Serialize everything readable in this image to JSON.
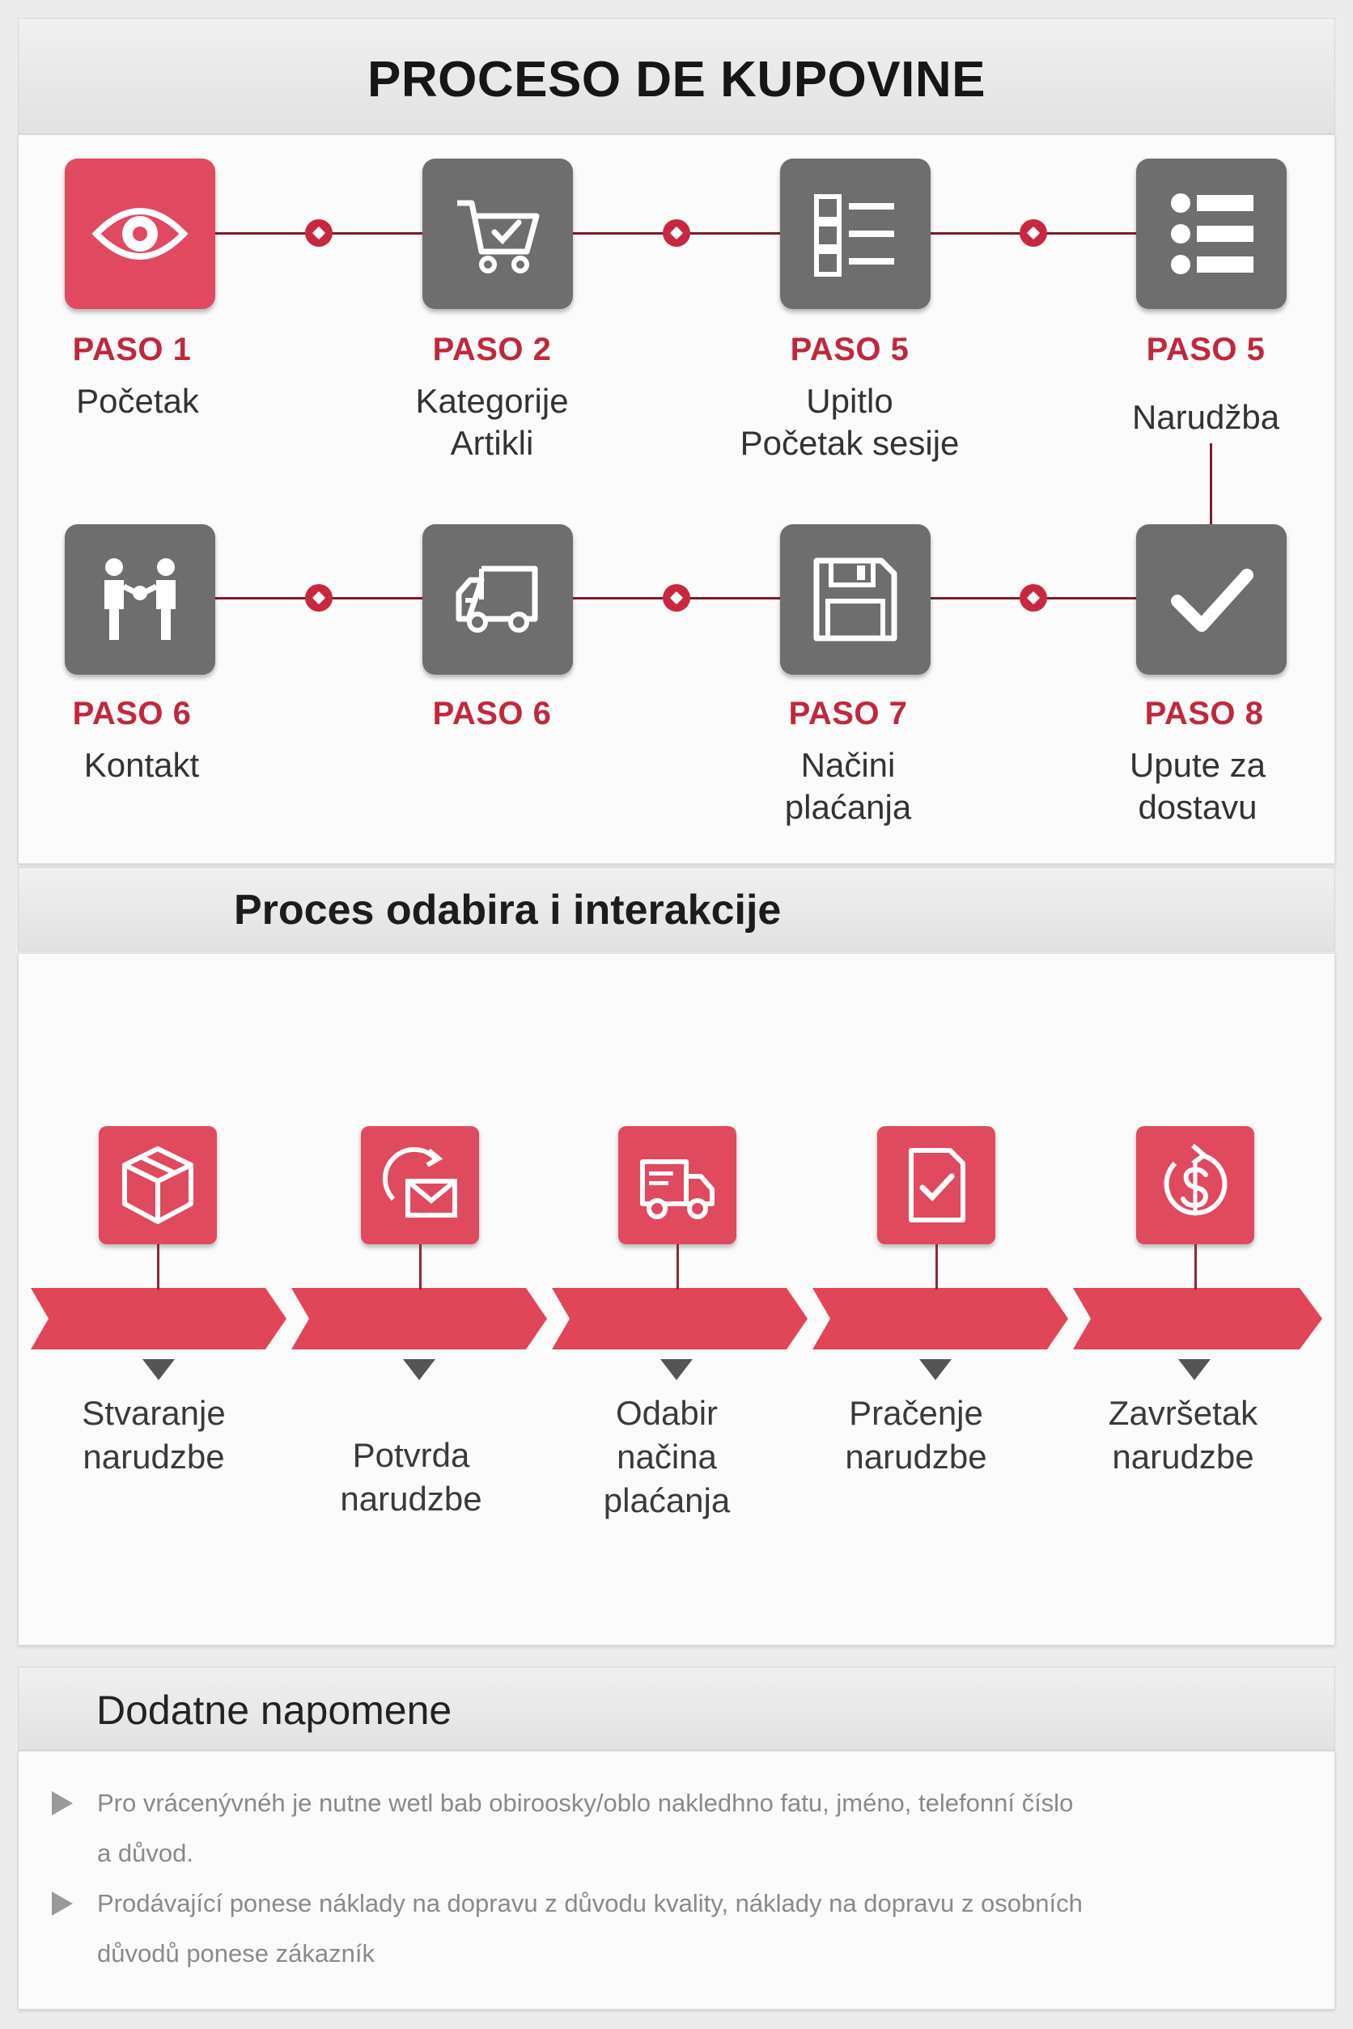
{
  "title": "PROCESO DE KUPOVINE",
  "steps_row1": [
    {
      "paso": "PASO 1",
      "desc": "Početak",
      "icon": "eye-icon",
      "active": true
    },
    {
      "paso": "PASO 2",
      "desc": "Kategorije\nArtikli",
      "icon": "cart-icon",
      "active": false
    },
    {
      "paso": "PASO 5",
      "desc": "Upitlo\nPočetak sesije",
      "icon": "checklist-icon",
      "active": false
    },
    {
      "paso": "PASO 5",
      "desc": "Narudžba",
      "icon": "list-icon",
      "active": false
    }
  ],
  "steps_row2": [
    {
      "paso": "PASO 6",
      "desc": "Kontakt",
      "icon": "people-handshake-icon",
      "active": false
    },
    {
      "paso": "PASO 6",
      "desc": "",
      "icon": "truck-icon",
      "active": false
    },
    {
      "paso": "PASO 7",
      "desc": "Načini\nplaćanja",
      "icon": "floppy-disk-icon",
      "active": false
    },
    {
      "paso": "PASO 8",
      "desc": "Upute za\ndostavu",
      "icon": "checkmark-icon",
      "active": false
    }
  ],
  "colors": {
    "accent": "#e0495f",
    "accent_dark": "#c0283c",
    "box_gray": "#6e6e6e",
    "connector": "#7a1e2a"
  },
  "section2": {
    "title": "Proces odabira i interakcije",
    "items": [
      {
        "label": "Stvaranje\nnarudzbe",
        "icon": "package-icon"
      },
      {
        "label": "Potvrda\nnarudzbe",
        "icon": "mail-refresh-icon"
      },
      {
        "label": "Odabir\nnačina\nplaćanja",
        "icon": "delivery-truck-icon"
      },
      {
        "label": "Pračenje\nnarudzbe",
        "icon": "document-check-icon"
      },
      {
        "label": "Završetak\nnarudzbe",
        "icon": "dollar-refresh-icon"
      }
    ]
  },
  "section3": {
    "title": "Dodatne napomene",
    "notes": [
      "Pro vrácenývnéh je nutne wetl bab obiroosky/oblo nakledhno fatu, jméno, telefonní číslo a důvod.",
      "Prodávající ponese náklady na dopravu z důvodu kvality, náklady na dopravu z osobních důvodů ponese zákazník"
    ]
  }
}
